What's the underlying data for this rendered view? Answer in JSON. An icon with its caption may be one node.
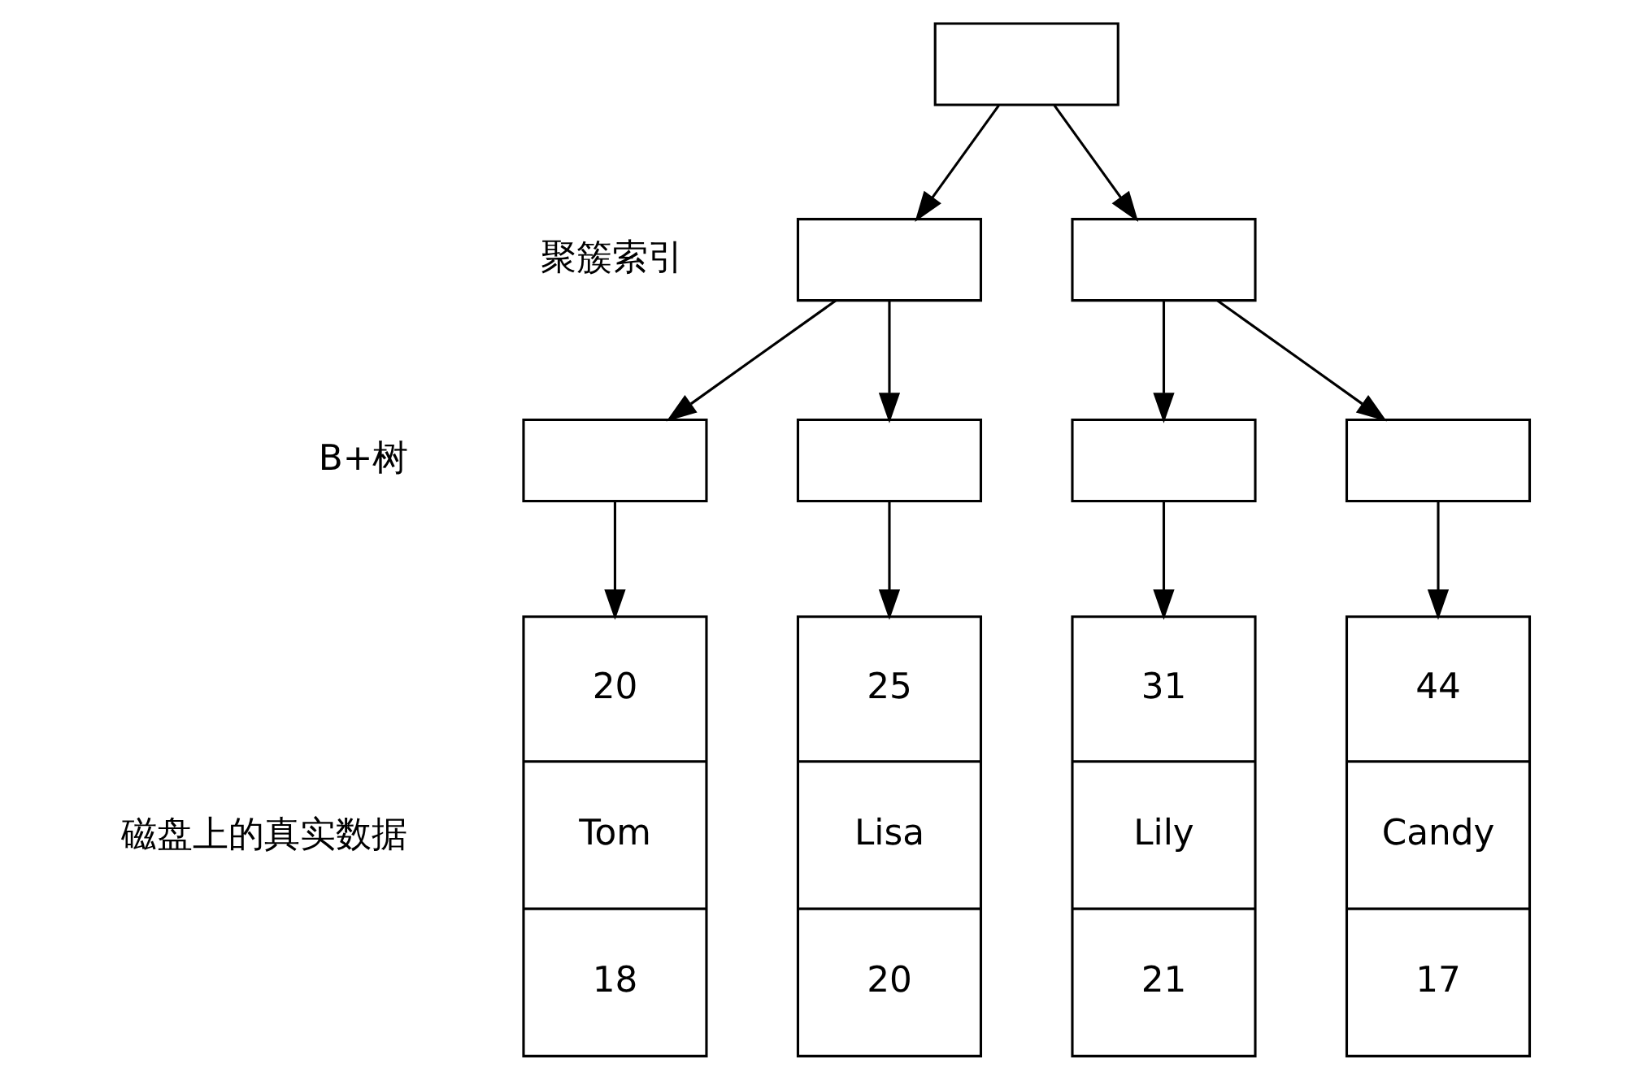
{
  "diagram": {
    "nodes": [
      {
        "text": [],
        "shape": "box"
      },
      {
        "text": [],
        "shape": "box"
      },
      {
        "text": [],
        "shape": "box"
      },
      {
        "text": [],
        "shape": "box"
      },
      {
        "text": [],
        "shape": "box"
      },
      {
        "text": [],
        "shape": "box"
      },
      {
        "text": [],
        "shape": "box"
      },
      {
        "text": [
          "20",
          "Tom",
          "18"
        ]
      },
      {
        "text": [
          "25",
          "Lisa",
          "20"
        ]
      },
      {
        "text": [
          "31",
          "Lily",
          "21"
        ]
      },
      {
        "text": [
          "44",
          "Candy",
          "17"
        ]
      }
    ],
    "edges": [
      {
        "from": 0,
        "to": 1,
        "arrow": "to"
      },
      {
        "from": 0,
        "to": 2,
        "arrow": "to"
      },
      {
        "from": 1,
        "to": 3,
        "arrow": "to"
      },
      {
        "from": 1,
        "to": 4,
        "arrow": "to"
      },
      {
        "from": 2,
        "to": 5,
        "arrow": "to"
      },
      {
        "from": 2,
        "to": 6,
        "arrow": "to"
      },
      {
        "from": 3,
        "to": 7,
        "arrow": "to"
      },
      {
        "from": 4,
        "to": 8,
        "arrow": "to"
      },
      {
        "from": 5,
        "to": 9,
        "arrow": "to"
      },
      {
        "from": 6,
        "to": 10,
        "arrow": "to"
      }
    ],
    "labels": [
      "聚簇索引",
      "B+树",
      "磁盘上的真实数据"
    ]
  }
}
